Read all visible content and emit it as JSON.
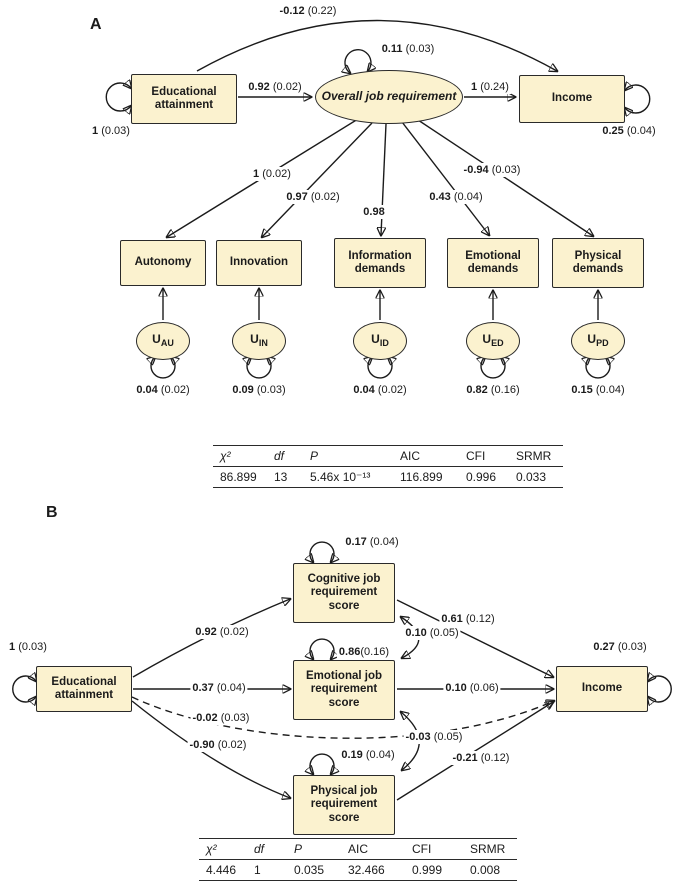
{
  "panelA": {
    "label": "A",
    "nodes": {
      "edu": "Educational attainment",
      "ojr": "Overall job requirement",
      "income": "Income",
      "autonomy": "Autonomy",
      "innovation": "Innovation",
      "info": "Information demands",
      "emo": "Emotional demands",
      "phys": "Physical demands",
      "uau_base": "U",
      "uau_sub": "AU",
      "uin_base": "U",
      "uin_sub": "IN",
      "uid_base": "U",
      "uid_sub": "ID",
      "ued_base": "U",
      "ued_sub": "ED",
      "upd_base": "U",
      "upd_sub": "PD"
    },
    "coefs": {
      "edu_income": {
        "v": "-0.12",
        "se": "(0.22)"
      },
      "ojr_var": {
        "v": "0.11",
        "se": "(0.03)"
      },
      "edu_ojr": {
        "v": "0.92",
        "se": "(0.02)"
      },
      "ojr_income": {
        "v": "1",
        "se": "(0.24)"
      },
      "edu_var": {
        "v": "1",
        "se": "(0.03)"
      },
      "income_var": {
        "v": "0.25",
        "se": "(0.04)"
      },
      "ojr_autonomy": {
        "v": "1",
        "se": "(0.02)"
      },
      "ojr_innovation": {
        "v": "0.97",
        "se": "(0.02)"
      },
      "ojr_info": {
        "v": "0.98",
        "se": ""
      },
      "ojr_emo": {
        "v": "0.43",
        "se": "(0.04)"
      },
      "ojr_phys": {
        "v": "-0.94",
        "se": "(0.03)"
      },
      "uau_var": {
        "v": "0.04",
        "se": "(0.02)"
      },
      "uin_var": {
        "v": "0.09",
        "se": "(0.03)"
      },
      "uid_var": {
        "v": "0.04",
        "se": "(0.02)"
      },
      "ued_var": {
        "v": "0.82",
        "se": "(0.16)"
      },
      "upd_var": {
        "v": "0.15",
        "se": "(0.04)"
      }
    },
    "table": {
      "headers": [
        "χ²",
        "df",
        "P",
        "AIC",
        "CFI",
        "SRMR"
      ],
      "values": [
        "86.899",
        "13",
        "5.46x 10⁻¹³",
        "116.899",
        "0.996",
        "0.033"
      ]
    }
  },
  "panelB": {
    "label": "B",
    "nodes": {
      "edu": "Educational attainment",
      "cog": "Cognitive job requirement score",
      "emo": "Emotional job requirement score",
      "phys": "Physical job requirement score",
      "income": "Income"
    },
    "coefs": {
      "edu_var": {
        "v": "1",
        "se": "(0.03)"
      },
      "cog_var": {
        "v": "0.17",
        "se": "(0.04)"
      },
      "emo_var": {
        "v": "0.86",
        "se": "(0.16)"
      },
      "phys_var": {
        "v": "0.19",
        "se": "(0.04)"
      },
      "income_var": {
        "v": "0.27",
        "se": "(0.03)"
      },
      "edu_cog": {
        "v": "0.92",
        "se": "(0.02)"
      },
      "edu_emo": {
        "v": "0.37",
        "se": "(0.04)"
      },
      "edu_income": {
        "v": "-0.02",
        "se": "(0.03)"
      },
      "edu_phys": {
        "v": "-0.90",
        "se": "(0.02)"
      },
      "cog_income": {
        "v": "0.61",
        "se": "(0.12)"
      },
      "emo_income": {
        "v": "0.10",
        "se": "(0.06)"
      },
      "phys_income": {
        "v": "-0.21",
        "se": "(0.12)"
      },
      "cog_emo_cov": {
        "v": "0.10",
        "se": "(0.05)"
      },
      "emo_phys_cov": {
        "v": "-0.03",
        "se": "(0.05)"
      }
    },
    "table": {
      "headers": [
        "χ²",
        "df",
        "P",
        "AIC",
        "CFI",
        "SRMR"
      ],
      "values": [
        "4.446",
        "1",
        "0.035",
        "32.466",
        "0.999",
        "0.008"
      ]
    }
  }
}
